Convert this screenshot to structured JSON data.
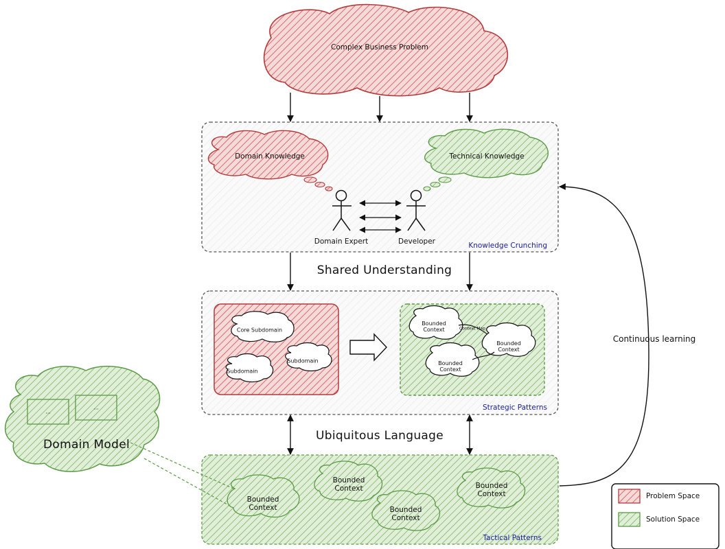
{
  "problem": {
    "label": "Complex Business Problem"
  },
  "knowledge_crunching": {
    "label": "Knowledge Crunching",
    "domain_knowledge": "Domain Knowledge",
    "technical_knowledge": "Technical Knowledge",
    "domain_expert": "Domain Expert",
    "developer": "Developer"
  },
  "shared_understanding": "Shared Understanding",
  "strategic_patterns": {
    "label": "Strategic Patterns",
    "core_subdomain": "Core Subdomain",
    "subdomain_1": "Subdomain",
    "subdomain_2": "Subdomain",
    "bounded_context": [
      "Bounded",
      "Context"
    ],
    "context_map": "Context Map"
  },
  "ubiquitous_language": "Ubiquitous Language",
  "continuous_learning": "Continuous learning",
  "domain_model": {
    "label": "Domain Model",
    "placeholder": "..."
  },
  "tactical_patterns": {
    "label": "Tactical Patterns",
    "bounded_context": [
      "Bounded",
      "Context"
    ]
  },
  "legend": {
    "problem_space": "Problem Space",
    "solution_space": "Solution Space"
  },
  "colors": {
    "problem_fill": "#e48a8a",
    "problem_stroke": "#b23a3a",
    "solution_fill": "#93c47d",
    "solution_stroke": "#5b9a46",
    "panel_stroke": "#555555",
    "label_blue": "#1a1aa6"
  }
}
